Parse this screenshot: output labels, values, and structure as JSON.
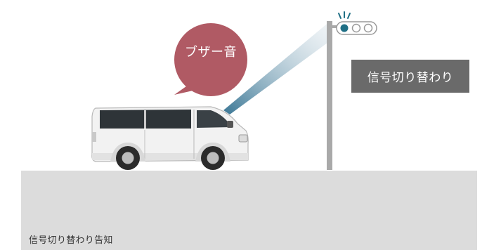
{
  "bubble": {
    "text": "ブザー音"
  },
  "signal_label": {
    "text": "信号切り替わり"
  },
  "caption": {
    "text": "信号切り替わり告知"
  },
  "colors": {
    "bubble": "#b05a64",
    "beam_far": "#9fb8c7",
    "signal_active": "#1f6f85",
    "label_bg": "#6a6a6a",
    "ground": "#dcdcdc"
  }
}
